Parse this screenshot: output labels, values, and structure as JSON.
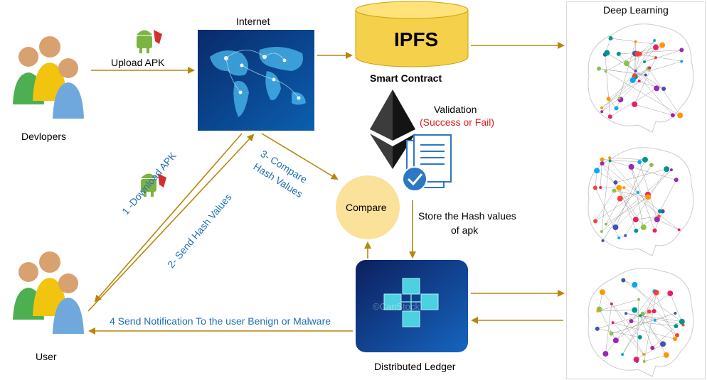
{
  "labels": {
    "internet": "Internet",
    "ipfs": "IPFS",
    "smart_contract": "Smart Contract",
    "deep_learning": "Deep Learning",
    "developers": "Devlopers",
    "upload_apk": "Upload APK",
    "validation": "Validation",
    "success_fail": "(Success or Fail)",
    "step1": "1 -Download APK",
    "step2": "2- Send Hash Values",
    "step3_line1": "3- Compare",
    "step3_line2": "Hash Values",
    "compare": "Compare",
    "store_line1": "Store the Hash values",
    "store_line2": "of apk",
    "user": "User",
    "step4": "4 Send Notification To the  user Benign or Malware",
    "ledger": "Distributed Ledger",
    "watermark": "©CanStock"
  },
  "colors": {
    "arrow": "#b8860b",
    "ipfs_fill": "#f5d04a",
    "compare_fill": "#fbe29a",
    "text_blue": "#1f6fb5",
    "text_red": "#e02020"
  },
  "icons": [
    "users-icon",
    "android-icon",
    "world-map-icon",
    "database-icon",
    "ethereum-icon",
    "document-check-icon",
    "blockchain-icon",
    "brain-network-icon"
  ]
}
